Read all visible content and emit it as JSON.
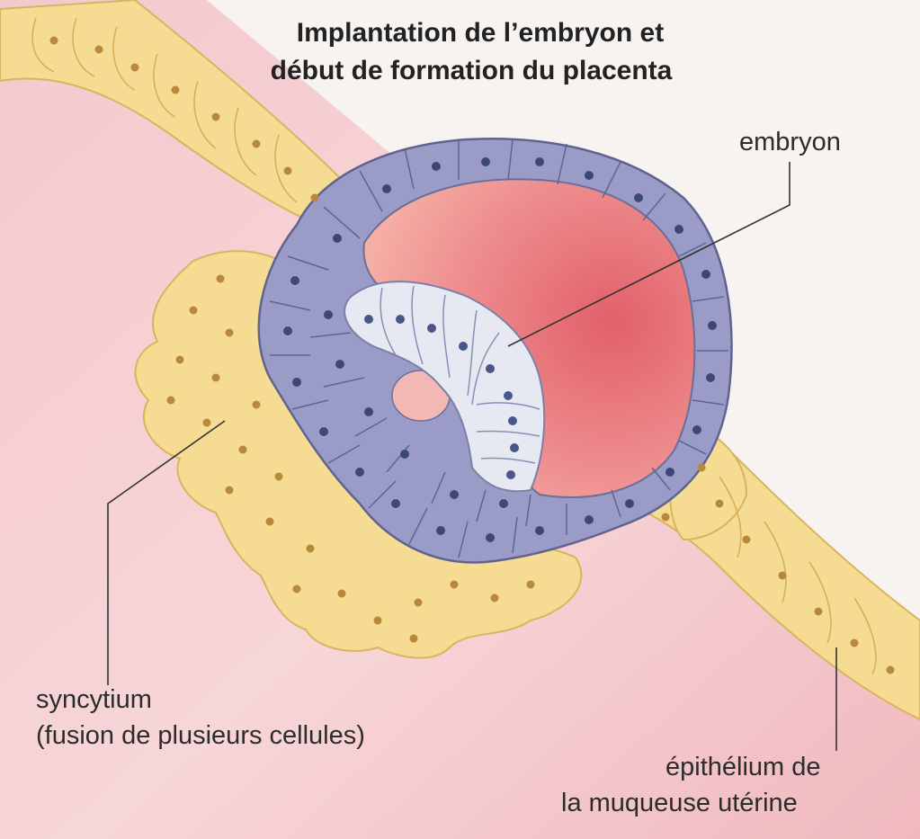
{
  "title": {
    "line1": "Implantation de l’embryon et",
    "line2": "début de formation du placenta"
  },
  "labels": {
    "embryo": "embryon",
    "syncytium_line1": "syncytium",
    "syncytium_line2": "(fusion de plusieurs cellules)",
    "epithelium_line1": "épithélium de",
    "epithelium_line2": "la muqueuse utérine"
  },
  "colors": {
    "uterine_tissue": "#f3c4c8",
    "epithelium": "#f6dc92",
    "cell_nucleus": "#b8893a",
    "trophoblast": "#9a9cc7",
    "trophoblast_nucleus": "#3c4778",
    "embryonic_cells": "#e6e8f2",
    "blastocoel": "#e46f72"
  }
}
